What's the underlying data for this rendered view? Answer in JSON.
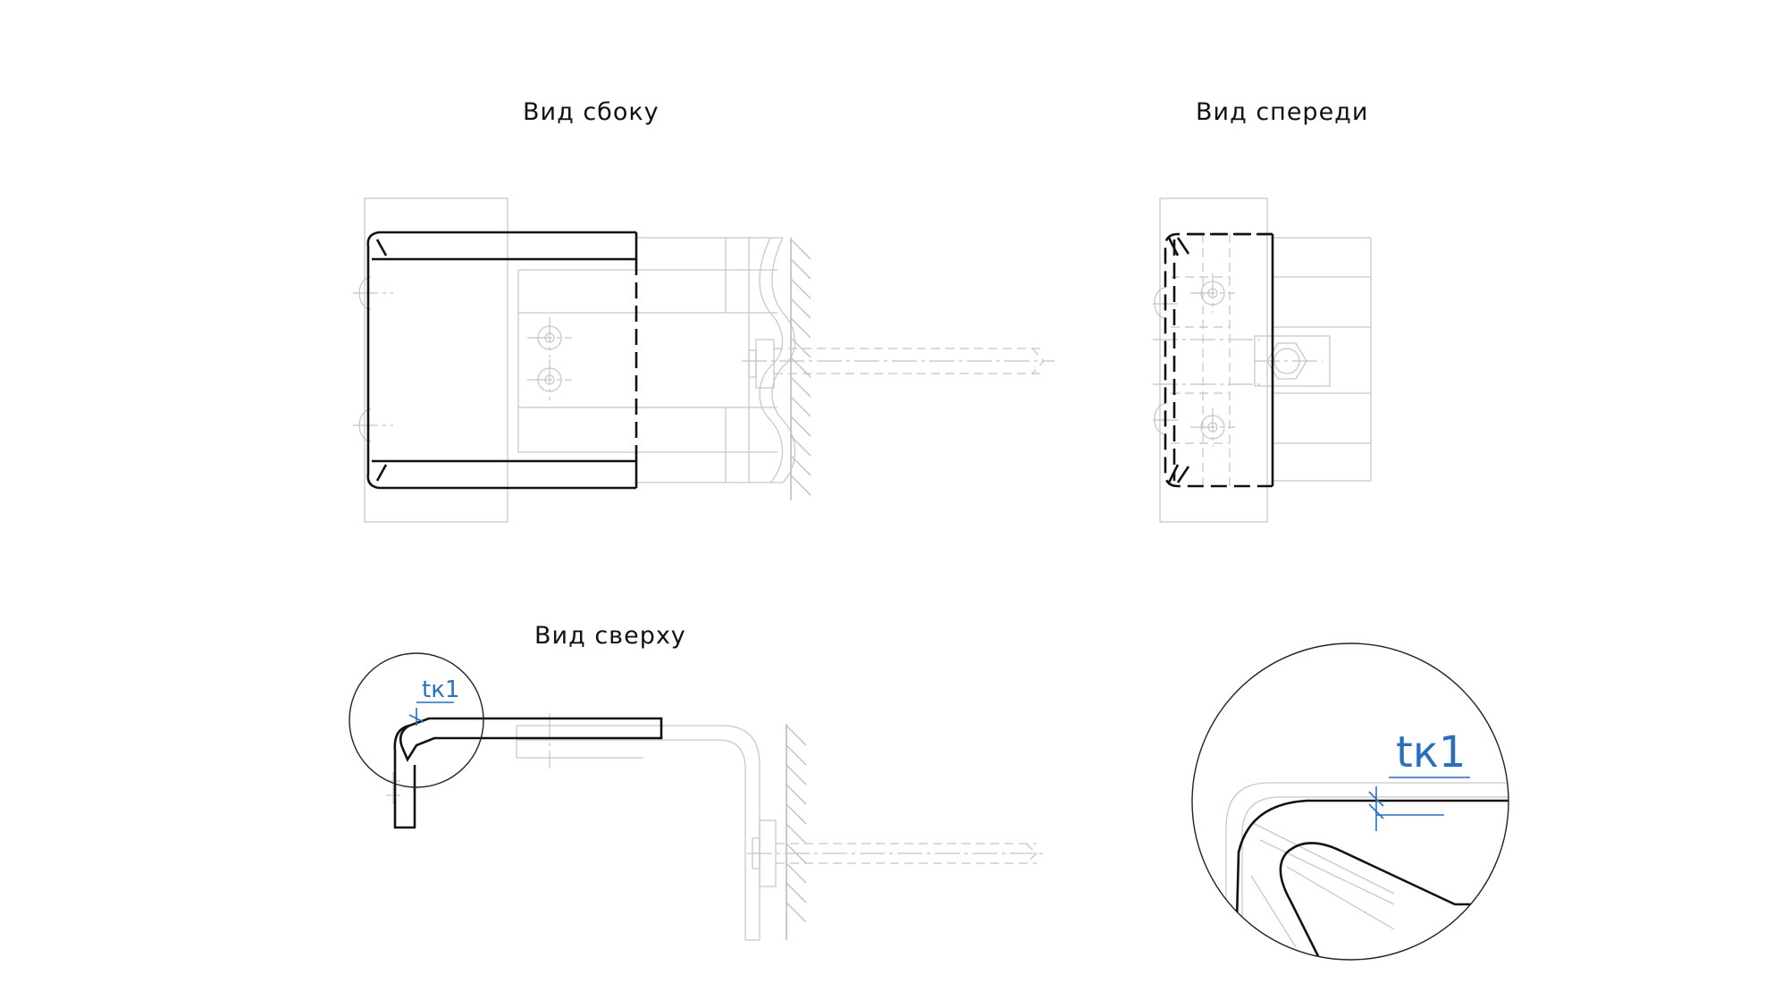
{
  "views": {
    "side": {
      "title": "Вид сбоку"
    },
    "front": {
      "title": "Вид спереди"
    },
    "top": {
      "title": "Вид сверху"
    }
  },
  "dimension": {
    "label": "tк1"
  },
  "colors": {
    "annotation": "#2a6fb8",
    "outline": "#111111",
    "context": "#c4c4c4"
  }
}
